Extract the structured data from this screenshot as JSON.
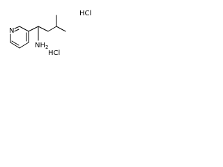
{
  "structure": {
    "pyridine_n": "N",
    "amine": "NH",
    "amine_sub": "2",
    "salt_top": "HCl",
    "salt_bottom": "HCl"
  }
}
